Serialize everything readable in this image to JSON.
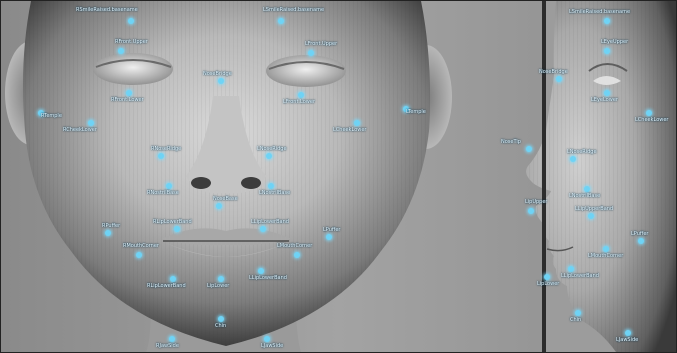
{
  "landmarks": {
    "frontal": [
      {
        "id": "f1",
        "text": "RSmileRaised.basename"
      },
      {
        "id": "f2",
        "text": "LSmileRaised.basename"
      },
      {
        "id": "f3",
        "text": "RFront.Upper"
      },
      {
        "id": "f4",
        "text": "LFront.Upper"
      },
      {
        "id": "f5",
        "text": "NoseBridge"
      },
      {
        "id": "f6",
        "text": "RFront.Lower"
      },
      {
        "id": "f7",
        "text": "LFront.Lower"
      },
      {
        "id": "f8",
        "text": "RCheekLower"
      },
      {
        "id": "f9",
        "text": "LCheekLower"
      },
      {
        "id": "f10",
        "text": "RNoseRidge"
      },
      {
        "id": "f11",
        "text": "LNoseRidge"
      },
      {
        "id": "f12",
        "text": "RNostrilBase"
      },
      {
        "id": "f13",
        "text": "LNostrilBase"
      },
      {
        "id": "f14",
        "text": "NoseBase"
      },
      {
        "id": "f15",
        "text": "RLipLowerBand"
      },
      {
        "id": "f16",
        "text": "LLipLowerBand"
      },
      {
        "id": "f17",
        "text": "RPuffer"
      },
      {
        "id": "f18",
        "text": "LPuffer"
      },
      {
        "id": "f19",
        "text": "RMouthCorner"
      },
      {
        "id": "f20",
        "text": "LMouthCorner"
      },
      {
        "id": "f21",
        "text": "RLipLowerBand"
      },
      {
        "id": "f22",
        "text": "LLipLowerBand"
      },
      {
        "id": "f23",
        "text": "LipLower"
      },
      {
        "id": "f24",
        "text": "Chin"
      },
      {
        "id": "f25",
        "text": "RJawSide"
      },
      {
        "id": "f26",
        "text": "LJawSide"
      },
      {
        "id": "f27",
        "text": "RTemple"
      },
      {
        "id": "f28",
        "text": "LTemple"
      }
    ],
    "profile": [
      {
        "id": "p1",
        "text": "LSmileRaised.basename"
      },
      {
        "id": "p2",
        "text": "LEyeUpper"
      },
      {
        "id": "p3",
        "text": "NoseBridge"
      },
      {
        "id": "p4",
        "text": "LEyeLower"
      },
      {
        "id": "p5",
        "text": "LCheekLower"
      },
      {
        "id": "p6",
        "text": "NoseTip"
      },
      {
        "id": "p7",
        "text": "LNoseRidge"
      },
      {
        "id": "p8",
        "text": "LNostrilBase"
      },
      {
        "id": "p9",
        "text": "LipUpper"
      },
      {
        "id": "p10",
        "text": "LLipUpperBand"
      },
      {
        "id": "p11",
        "text": "LPuffer"
      },
      {
        "id": "p12",
        "text": "LMouthCorner"
      },
      {
        "id": "p13",
        "text": "LipLower"
      },
      {
        "id": "p14",
        "text": "LLipLowerBand"
      },
      {
        "id": "p15",
        "text": "Chin"
      },
      {
        "id": "p16",
        "text": "LJawSide"
      }
    ]
  }
}
